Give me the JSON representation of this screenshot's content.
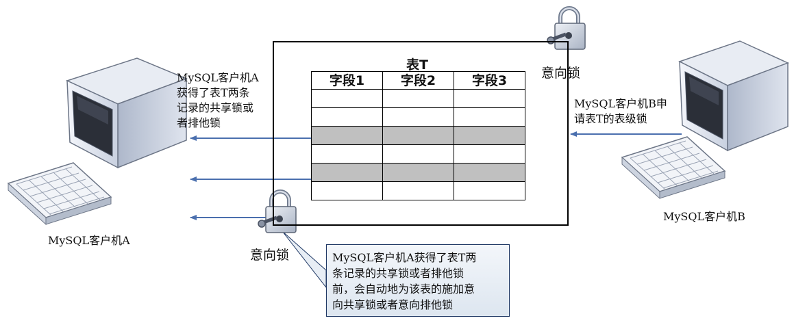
{
  "table": {
    "title": "表T",
    "headers": [
      "字段1",
      "字段2",
      "字段3"
    ],
    "rows": [
      {
        "shaded": false
      },
      {
        "shaded": false
      },
      {
        "shaded": true
      },
      {
        "shaded": false
      },
      {
        "shaded": true
      },
      {
        "shaded": false
      }
    ]
  },
  "labels": {
    "intent_lock_top": "意向锁",
    "intent_lock_bottom": "意向锁",
    "client_a": "MySQL客户机A",
    "client_b": "MySQL客户机B",
    "client_a_note": [
      "MySQL客户机A",
      "获得了表T两条",
      "记录的共享锁或",
      "者排他锁"
    ],
    "client_b_note": [
      "MySQL客户机B申",
      "请表T的表级锁"
    ]
  },
  "callout": {
    "lines": [
      "MySQL客户机A获得了表T两",
      "条记录的共享锁或者排他锁",
      "前，会自动地为该表的施加意",
      "向共享锁或者意向排他锁"
    ]
  },
  "colors": {
    "arrow": "#4a6fae",
    "shaded_row": "#c0c0c0",
    "callout_border": "#1f3864"
  },
  "icons": [
    "lock-icon",
    "computer-icon",
    "keyboard-icon"
  ]
}
